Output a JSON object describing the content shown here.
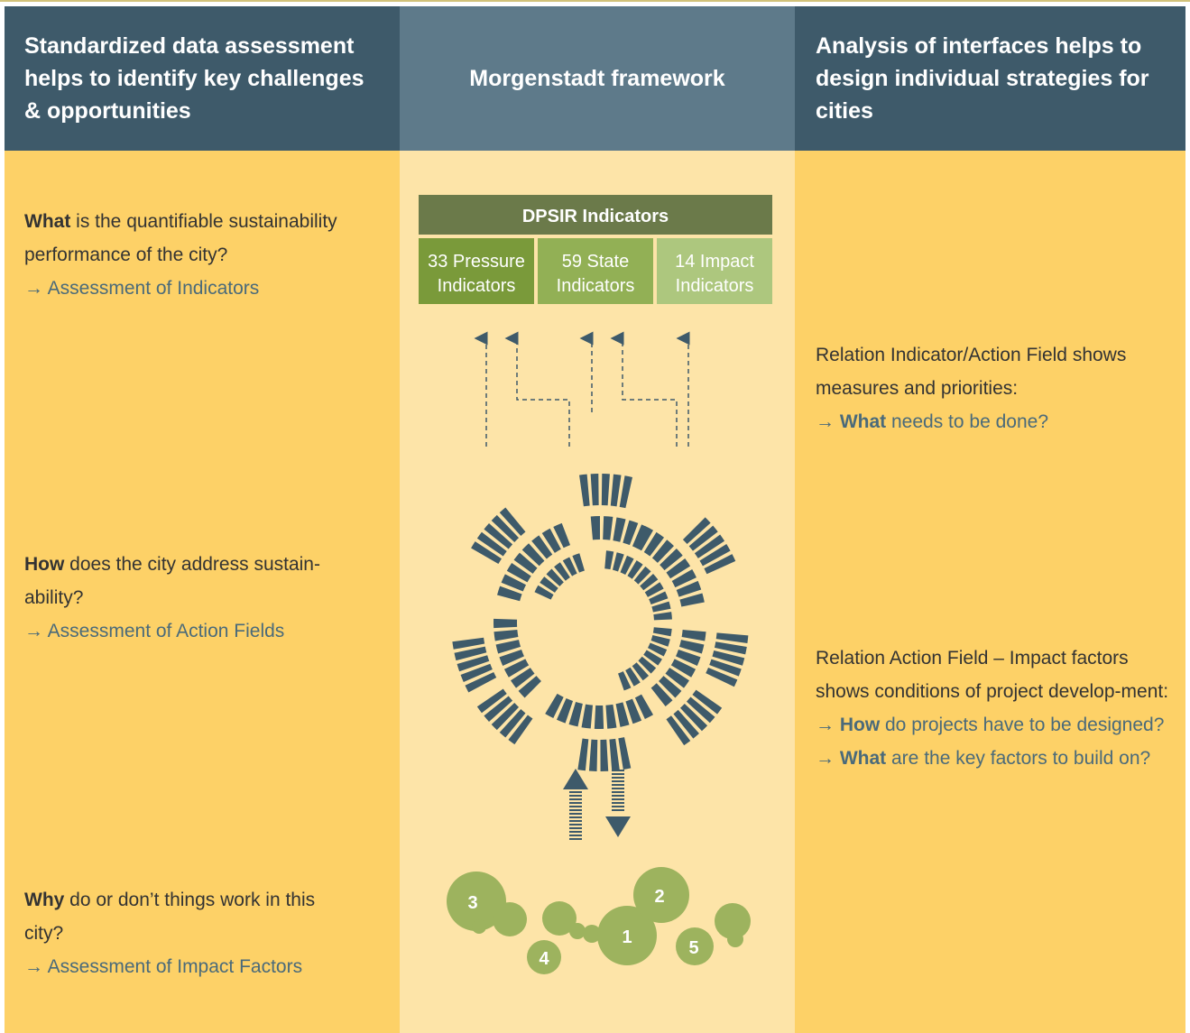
{
  "headers": {
    "left": "Standardized data assessment helps to identify key challenges & opportunities",
    "middle": "Morgenstadt framework",
    "right": "Analysis of interfaces helps to design individual strategies for cities"
  },
  "left_questions": [
    {
      "bold": "What",
      "rest": " is the quantifiable sustainability performance of the city?",
      "link": "→ Assessment of Indicators"
    },
    {
      "bold": "How",
      "rest": " does the city address sustain-ability?",
      "link": "→ Assessment of Action Fields"
    },
    {
      "bold": "Why",
      "rest": " do or don’t things work in this city?",
      "link": "→ Assessment of Impact Factors"
    }
  ],
  "dpsir": {
    "title": "DPSIR Indicators",
    "boxes": [
      {
        "line1": "33 Pressure",
        "line2": "Indicators",
        "color": "#7a9a3a"
      },
      {
        "line1": "59 State",
        "line2": "Indicators",
        "color": "#92b055"
      },
      {
        "line1": "14 Impact",
        "line2": "Indicators",
        "color": "#adc77e"
      }
    ],
    "title_color": "#6b7a4a"
  },
  "impact_factors": [
    "1",
    "2",
    "3",
    "4",
    "5"
  ],
  "colors": {
    "slate": "#3e5a6a",
    "circle_green": "#9db35e",
    "yellow": "#fdd167",
    "light_yellow": "#fde4a8"
  },
  "right_relations": [
    {
      "text": "Relation Indicator/Action Field shows measures and priorities:",
      "items": [
        {
          "bold": "What",
          "rest": " needs to be done?"
        }
      ]
    },
    {
      "text": "Relation Action Field – Impact factors shows conditions of project develop-ment:",
      "items": [
        {
          "bold": "How",
          "rest": " do projects have to be designed?"
        },
        {
          "bold": "What",
          "rest": " are the key factors to build on?"
        }
      ]
    }
  ]
}
